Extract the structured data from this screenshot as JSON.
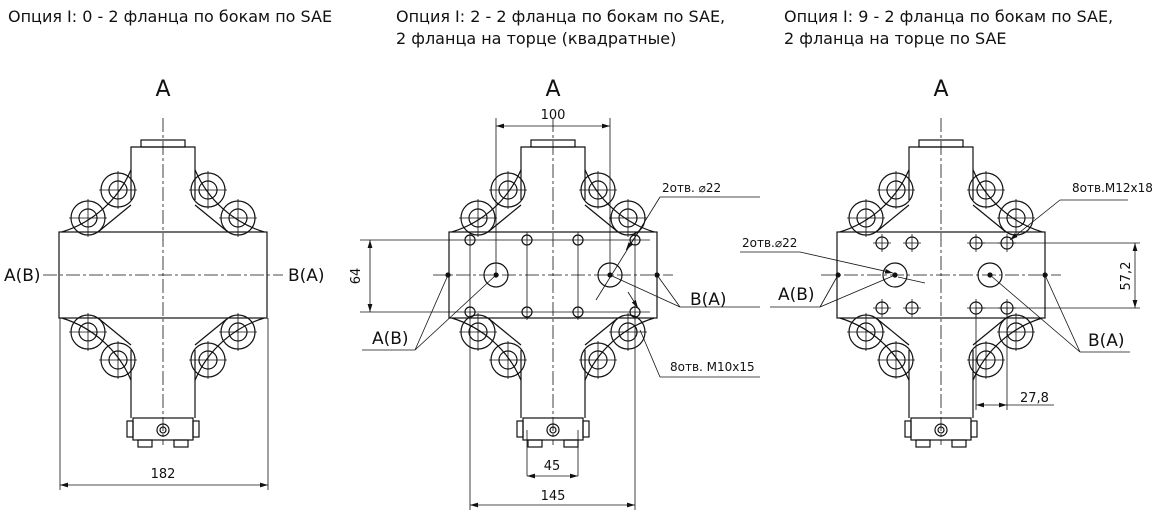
{
  "captions": [
    {
      "line1": "Опция I: 0 - 2 фланца по бокам по SAE",
      "line2": ""
    },
    {
      "line1": "Опция I: 2 - 2 фланца по бокам по SAE,",
      "line2": "2 фланца на торце (квадратные)"
    },
    {
      "line1": "Опция I: 9 - 2 фланца по бокам по SAE,",
      "line2": "2 фланца на торце по SAE"
    }
  ],
  "views": [
    {
      "view_label": "A",
      "port_left": "A(B)",
      "port_right": "B(A)",
      "dim_width": "182"
    },
    {
      "view_label": "A",
      "port_left": "A(B)",
      "port_right": "B(A)",
      "dim_top": "100",
      "dim_height": "64",
      "dim_bottom_inner": "45",
      "dim_bottom_outer": "145",
      "note_holes_large": "2отв. ⌀22",
      "note_holes_threaded": "8отв. M10x15"
    },
    {
      "view_label": "A",
      "port_left": "A(B)",
      "port_right": "B(A)",
      "dim_height": "57,2",
      "dim_offset": "27,8",
      "note_holes_large": "2отв.⌀22",
      "note_holes_threaded": "8отв.M12x18"
    }
  ]
}
